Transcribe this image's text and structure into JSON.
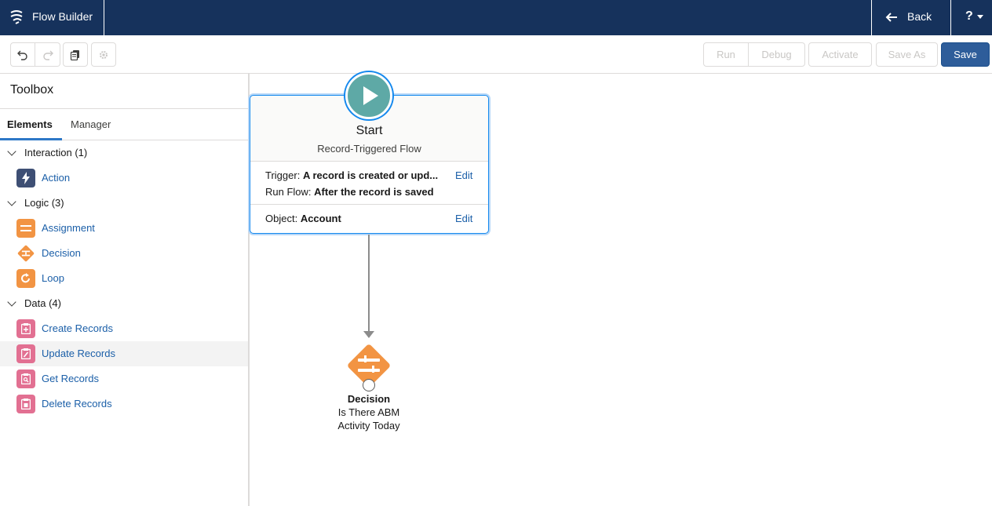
{
  "header": {
    "app_title": "Flow Builder",
    "back_label": "Back",
    "help_label": "?"
  },
  "toolbar": {
    "run_label": "Run",
    "debug_label": "Debug",
    "activate_label": "Activate",
    "save_as_label": "Save As",
    "save_label": "Save"
  },
  "sidebar": {
    "title": "Toolbox",
    "tabs": [
      {
        "label": "Elements",
        "active": true
      },
      {
        "label": "Manager",
        "active": false
      }
    ],
    "sections": [
      {
        "label": "Interaction (1)",
        "items": [
          {
            "label": "Action",
            "icon": "lightning-icon",
            "color": "#3e4f74"
          }
        ]
      },
      {
        "label": "Logic (3)",
        "items": [
          {
            "label": "Assignment",
            "icon": "assignment-icon",
            "color": "#f29443"
          },
          {
            "label": "Decision",
            "icon": "decision-icon",
            "color": "#f29443"
          },
          {
            "label": "Loop",
            "icon": "loop-icon",
            "color": "#f29443"
          }
        ]
      },
      {
        "label": "Data (4)",
        "items": [
          {
            "label": "Create Records",
            "icon": "create-records-icon",
            "color": "#e27092"
          },
          {
            "label": "Update Records",
            "icon": "update-records-icon",
            "color": "#e27092"
          },
          {
            "label": "Get Records",
            "icon": "get-records-icon",
            "color": "#e27092"
          },
          {
            "label": "Delete Records",
            "icon": "delete-records-icon",
            "color": "#e27092"
          }
        ]
      }
    ]
  },
  "canvas": {
    "start": {
      "title": "Start",
      "subtitle": "Record-Triggered Flow",
      "trigger_label": "Trigger:",
      "trigger_value": "A record is created or upd...",
      "run_flow_label": "Run Flow:",
      "run_flow_value": "After the record is saved",
      "object_label": "Object:",
      "object_value": "Account",
      "edit_label": "Edit"
    },
    "decision": {
      "type_label": "Decision",
      "name_line1": "Is There ABM",
      "name_line2": "Activity Today"
    }
  },
  "colors": {
    "header_bg": "#16325c",
    "save_bg": "#2e5d9a",
    "link": "#1b5fa8",
    "start_icon": "#5ea9a6",
    "logic": "#f29443",
    "data": "#e27092",
    "interaction": "#3e4f74"
  }
}
